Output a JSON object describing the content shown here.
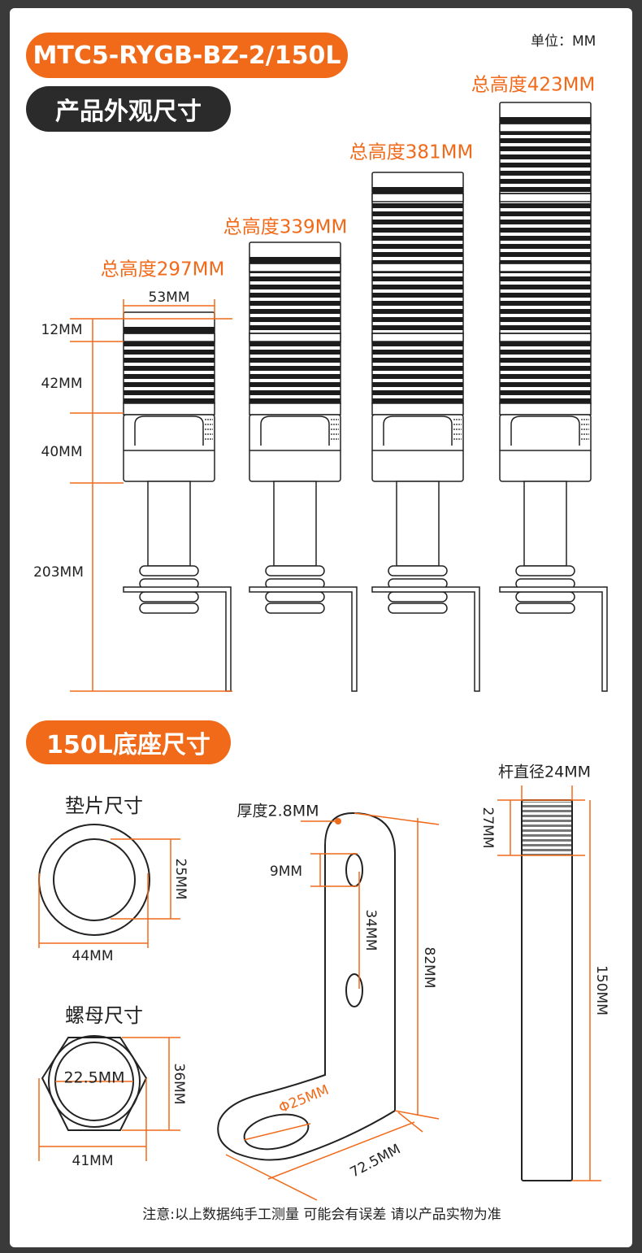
{
  "unit_label": "单位：MM",
  "model_badge": "MTC5-RYGB-BZ-2/150L",
  "section_product": "产品外观尺寸",
  "section_base": "150L底座尺寸",
  "heights": [
    "总高度297MM",
    "总高度339MM",
    "总高度381MM",
    "总高度423MM"
  ],
  "dims": {
    "width": "53MM",
    "cap": "12MM",
    "tier": "42MM",
    "base": "40MM",
    "pole": "203MM"
  },
  "washer": {
    "title": "垫片尺寸",
    "inner": "25MM",
    "outer": "44MM"
  },
  "nut": {
    "title": "螺母尺寸",
    "inner": "22.5MM",
    "height": "36MM",
    "width": "41MM"
  },
  "bracket": {
    "thickness": "厚度2.8MM",
    "slot": "9MM",
    "spacing": "34MM",
    "height": "82MM",
    "hole": "Φ25MM",
    "width": "72.5MM"
  },
  "rod": {
    "title": "杆直径24MM",
    "thread": "27MM",
    "length": "150MM"
  },
  "footer": "注意:以上数据纯手工测量 可能会有误差 请以产品实物为准",
  "colors": {
    "accent": "#f06a1a",
    "dark": "#2b2b2b",
    "line": "#222222"
  }
}
